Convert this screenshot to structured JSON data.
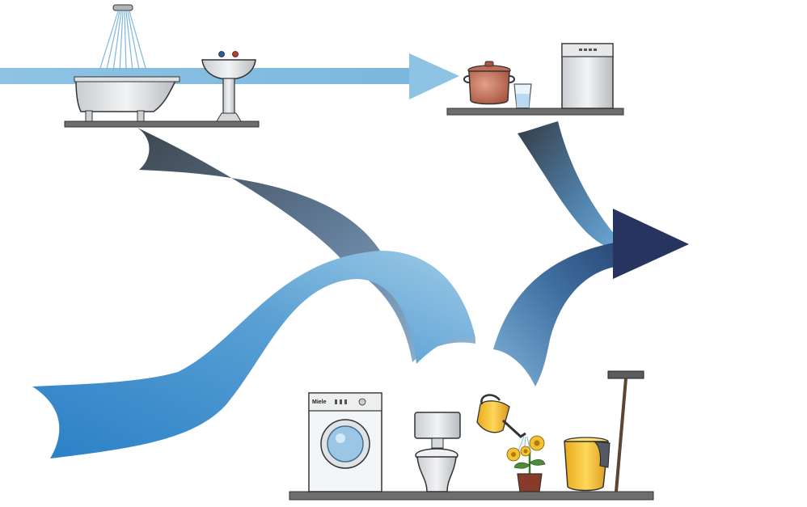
{
  "diagram": {
    "description_text": "",
    "flows": [
      {
        "id": "fresh-water-inflow"
      },
      {
        "id": "bath-greywater-flow"
      },
      {
        "id": "left-water-inflow"
      },
      {
        "id": "kitchen-wastewater-flow"
      },
      {
        "id": "to-outlet-flow"
      }
    ],
    "fixtures": {
      "upper_left_shelf": [
        "shower-head",
        "bathtub",
        "washbasin"
      ],
      "upper_right_shelf": [
        "cooking-pot",
        "water-glass",
        "dishwasher"
      ],
      "bottom_shelf": [
        "washing-machine",
        "toilet",
        "watering-can",
        "flower-pot",
        "bucket",
        "mop"
      ]
    },
    "washing_machine_brand": "Miele"
  },
  "colors": {
    "light_blue": "#8ec3e3",
    "mid_blue": "#5b9ed0",
    "deep_blue": "#2a7fc4",
    "grey_flow": "#4d5a66",
    "outlet_navy": "#27345f",
    "shelf": "#6e6e6e"
  }
}
